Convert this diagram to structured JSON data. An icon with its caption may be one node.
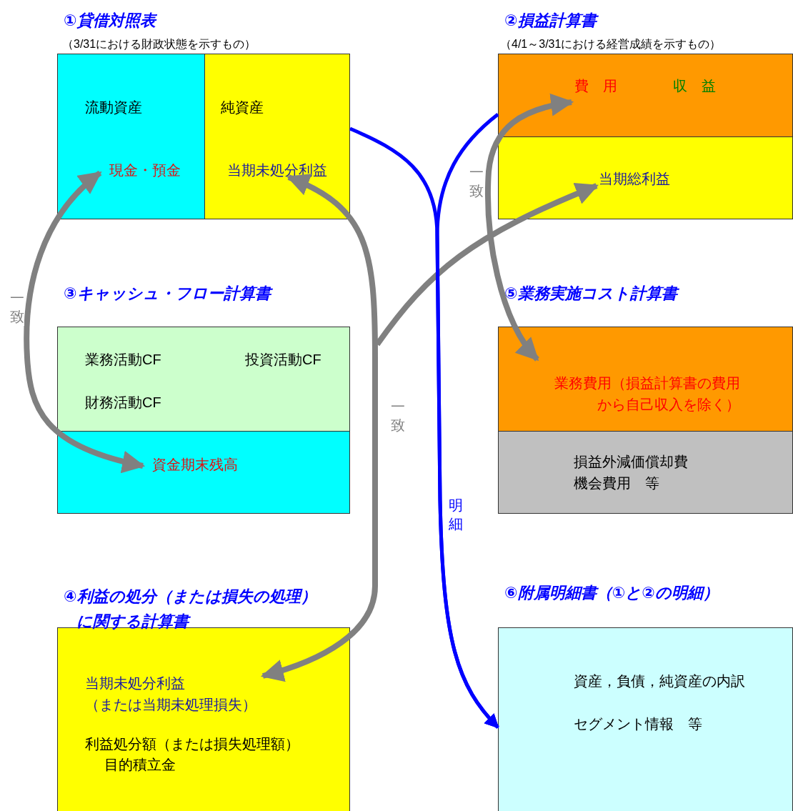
{
  "diagram": {
    "nodes": [
      {
        "text": [
          "①貸借対照表",
          "（3/31における財政状態を示すもの）"
        ]
      },
      {
        "text": [
          "流動資産",
          "現金・預金"
        ],
        "in": 0
      },
      {
        "text": [
          "純資産",
          "当期未処分利益"
        ],
        "in": 0
      },
      {
        "text": [
          "②損益計算書",
          "（4/1～3/31における経営成績を示すもの）"
        ]
      },
      {
        "text": [
          "費　用",
          "収　益"
        ],
        "in": 3
      },
      {
        "text": [
          "当期総利益"
        ],
        "in": 3
      },
      {
        "text": [
          "③キャッシュ・フロー計算書"
        ]
      },
      {
        "text": [
          "業務活動CF",
          "投資活動CF",
          "財務活動CF"
        ],
        "in": 6
      },
      {
        "text": [
          "資金期末残高"
        ],
        "in": 6
      },
      {
        "text": [
          "⑤業務実施コスト計算書"
        ]
      },
      {
        "text": [
          "業務費用（損益計算書の費用から自己収入を除く）"
        ],
        "in": 9
      },
      {
        "text": [
          "損益外減価償却費",
          "機会費用　等"
        ],
        "in": 9
      },
      {
        "text": [
          "④利益の処分（または損失の処理）に関する計算書",
          "当期未処分利益（または当期未処理損失）",
          "利益処分額（または損失処理額）",
          "目的積立金"
        ]
      },
      {
        "text": [
          "⑥附属明細書（①と②の明細）",
          "資産，負債，純資産の内訳",
          "セグメント情報　等"
        ]
      }
    ],
    "edges": [
      {
        "from": 1,
        "to": 8,
        "arrow": "both",
        "label": "一致"
      },
      {
        "from": 2,
        "to": 12,
        "arrow": "both",
        "label": "一致"
      },
      {
        "from": null,
        "to": 5,
        "arrow": "to"
      },
      {
        "from": 4,
        "to": 10,
        "arrow": "both",
        "label": "一致"
      },
      {
        "from": 0,
        "to": 13,
        "arrow": "to",
        "color": "#0000ff",
        "label": "明細"
      },
      {
        "from": 3,
        "to": 13,
        "arrow": "to",
        "color": "#0000ff"
      }
    ]
  }
}
